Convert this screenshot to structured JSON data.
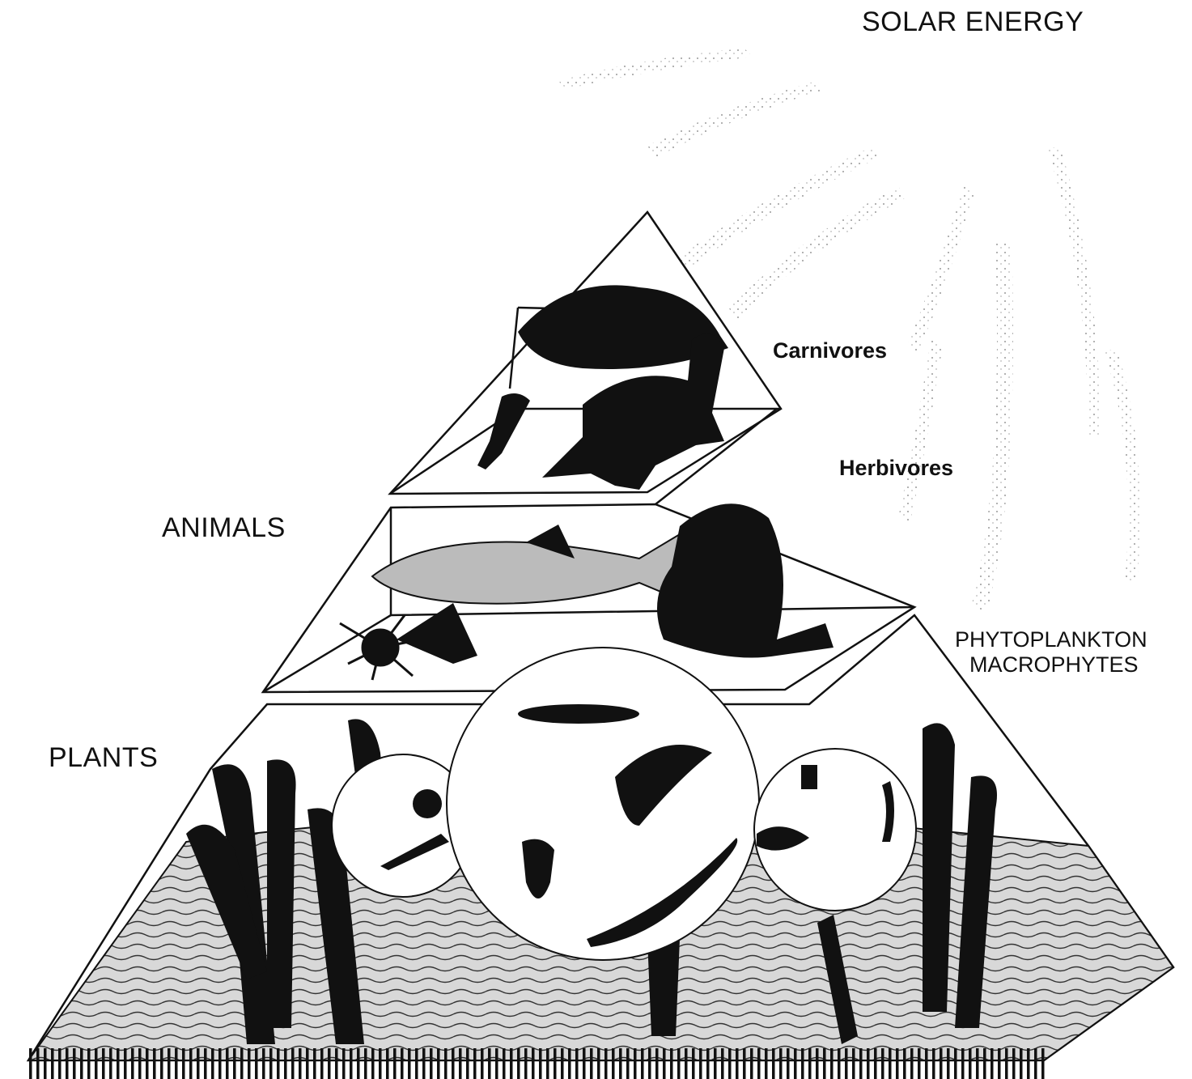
{
  "labels": {
    "solar_energy": "SOLAR ENERGY",
    "carnivores": "Carnivores",
    "herbivores": "Herbivores",
    "animals": "ANIMALS",
    "phytoplankton": "PHYTOPLANKTON",
    "macrophytes": "MACROPHYTES",
    "plants": "PLANTS"
  },
  "icons": [
    "sun-rays",
    "carnivore-fish",
    "turtle",
    "insect-larva",
    "herbivore-fish",
    "snail",
    "sea-anemone",
    "macrophyte-plant",
    "plankton-circle",
    "sediment-layer"
  ],
  "colors": {
    "ink": "#111111",
    "stipple": "#9a9a9a",
    "background": "#ffffff"
  }
}
